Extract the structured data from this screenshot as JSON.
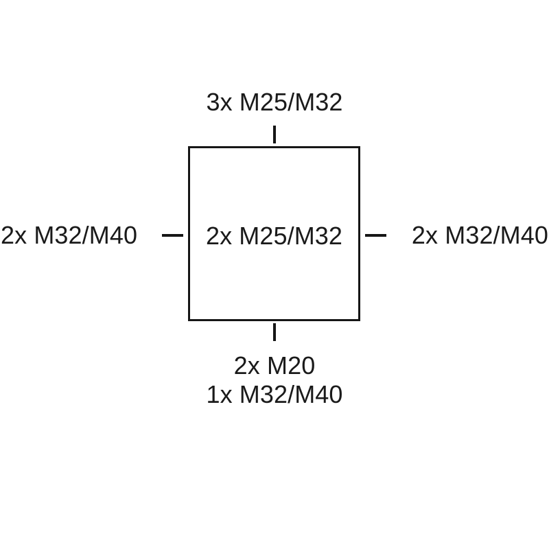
{
  "diagram": {
    "type": "cable-gland-entry-schematic",
    "colors": {
      "background": "#ffffff",
      "line": "#161616",
      "text": "#1a1a1a"
    },
    "enclosure": {
      "label": "2x M25/M32"
    },
    "entries": {
      "top": {
        "label": "3x M25/M32",
        "connector": "vertical-tick"
      },
      "left": {
        "label": "2x M32/M40",
        "connector": "horizontal-dash"
      },
      "right": {
        "label": "2x M32/M40",
        "connector": "horizontal-dash"
      },
      "bottom": {
        "line1": "2x M20",
        "line2": "1x M32/M40",
        "connector": "vertical-tick"
      }
    }
  }
}
